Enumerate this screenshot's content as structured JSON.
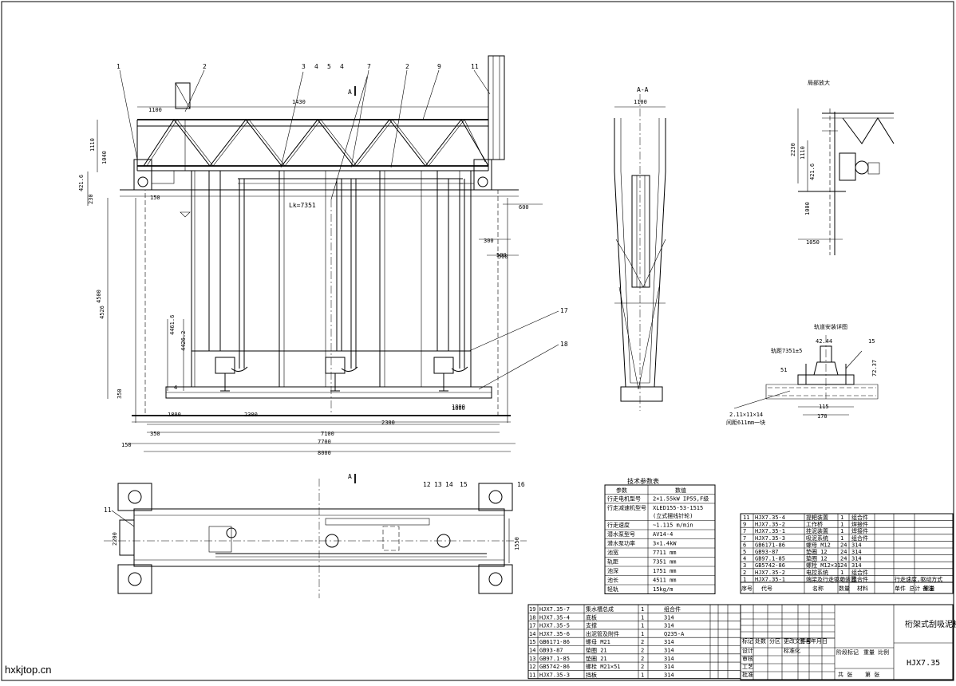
{
  "drawing": {
    "section_label": "A-A",
    "view_a_label": "A",
    "detail_top_right": "局部放大",
    "detail_rail": "轨道安装详图",
    "rail_gauge": "轨距7351±5",
    "anchor_note_1": "2.11×11×14",
    "anchor_note_2": "间距611mm一块",
    "rail_dims": [
      "42.44",
      "72.37",
      "115",
      "170",
      "51",
      "15"
    ],
    "callouts_top": [
      "1",
      "2",
      "3",
      "4",
      "5",
      "4",
      "7",
      "2",
      "9",
      "11"
    ],
    "callouts_side": [
      "17",
      "18"
    ],
    "callouts_plan": [
      "12",
      "13",
      "14",
      "15",
      "16",
      "11"
    ],
    "lk_label": "Lk=7351",
    "dims_main": [
      "1100",
      "1430",
      "4426.2",
      "4461.6",
      "4526",
      "4500",
      "350",
      "1800",
      "2300",
      "2300",
      "1800",
      "7700",
      "8000",
      "7100",
      "1800",
      "150",
      "350",
      "500",
      "1110",
      "1040",
      "421.6",
      "230",
      "150",
      "600",
      "300",
      "500",
      "4"
    ],
    "dims_section": [
      "1100",
      "2230",
      "1110",
      "421.6",
      "1050",
      "1000"
    ],
    "plan_dims": [
      "2200",
      "1550"
    ]
  },
  "tech_table": {
    "title": "技术参数表",
    "headers": [
      "参数",
      "数值"
    ],
    "rows": [
      [
        "行走电机型号",
        "2×1.55kW IP55,F级"
      ],
      [
        "行走减速机型号",
        "XLED155-53-1515 (立式摆线针轮)"
      ],
      [
        "行走速度",
        "~1.115 m/min"
      ],
      [
        "潜水泵型号",
        "AV14-4"
      ],
      [
        "潜水泵功率",
        "3×1.4kW"
      ],
      [
        "池宽",
        "7711 mm"
      ],
      [
        "轨距",
        "7351 mm"
      ],
      [
        "池深",
        "1751 mm"
      ],
      [
        "池长",
        "4511 mm"
      ],
      [
        "轻轨",
        "15kg/m"
      ]
    ]
  },
  "parts_list_right": {
    "rows": [
      [
        "11",
        "HJX7.35-4",
        "提耙装置",
        "1",
        "",
        "组合件",
        ""
      ],
      [
        "9",
        "HJX7.35-2",
        "工作桥",
        "1",
        "",
        "焊接件",
        ""
      ],
      [
        "7",
        "HJX7.35-1",
        "挂泥装置",
        "1",
        "",
        "焊接件",
        ""
      ],
      [
        "7",
        "HJX7.35-3",
        "吸泥系统",
        "1",
        "",
        "组合件",
        ""
      ],
      [
        "6",
        "GB6171-86",
        "螺母 M12",
        "24",
        "",
        "314",
        ""
      ],
      [
        "5",
        "GB93-87",
        "垫圈 12",
        "24",
        "",
        "314",
        ""
      ],
      [
        "4",
        "GB97.1-85",
        "垫圈 12",
        "24",
        "",
        "314",
        ""
      ],
      [
        "3",
        "GB5742-86",
        "螺栓 M12×31",
        "24",
        "",
        "314",
        ""
      ],
      [
        "2",
        "HJX7.35-2",
        "电控系统",
        "1",
        "",
        "组合件",
        ""
      ],
      [
        "1",
        "HJX7.35-1",
        "端梁及行走驱动装置",
        "2",
        "",
        "组合件",
        "行走速度,驱动方式"
      ]
    ],
    "header": [
      "序号",
      "代号",
      "名称",
      "数量",
      "材料",
      "单件 总计 重量",
      "备注"
    ]
  },
  "parts_list_left": {
    "rows": [
      [
        "19",
        "HJX7.35-7",
        "集水槽总成",
        "1",
        "组合件"
      ],
      [
        "18",
        "HJX7.35-4",
        "底板",
        "1",
        "314"
      ],
      [
        "17",
        "HJX7.35-5",
        "支撑",
        "1",
        "314"
      ],
      [
        "14",
        "HJX7.35-6",
        "出泥管及附件",
        "1",
        "Q235-A"
      ],
      [
        "15",
        "GB6171-86",
        "螺母 M21",
        "2",
        "314"
      ],
      [
        "14",
        "GB93-87",
        "垫圈 21",
        "2",
        "314"
      ],
      [
        "13",
        "GB97.1-85",
        "垫圈 21",
        "2",
        "314"
      ],
      [
        "12",
        "GB5742-86",
        "螺栓 M21×51",
        "2",
        "314"
      ],
      [
        "11",
        "HJX7.35-3",
        "挡板",
        "1",
        "314"
      ]
    ]
  },
  "title_block": {
    "title": "桁架式刮吸泥机",
    "drawing_no": "HJX7.35",
    "labels": [
      "标记",
      "处数",
      "分区",
      "更改文件号",
      "签名",
      "年月日",
      "设计",
      "标准化",
      "审核",
      "工艺",
      "批准",
      "阶段标记",
      "重量",
      "比例",
      "共 张",
      "第 张"
    ]
  },
  "watermark": "hxkjtop.cn"
}
